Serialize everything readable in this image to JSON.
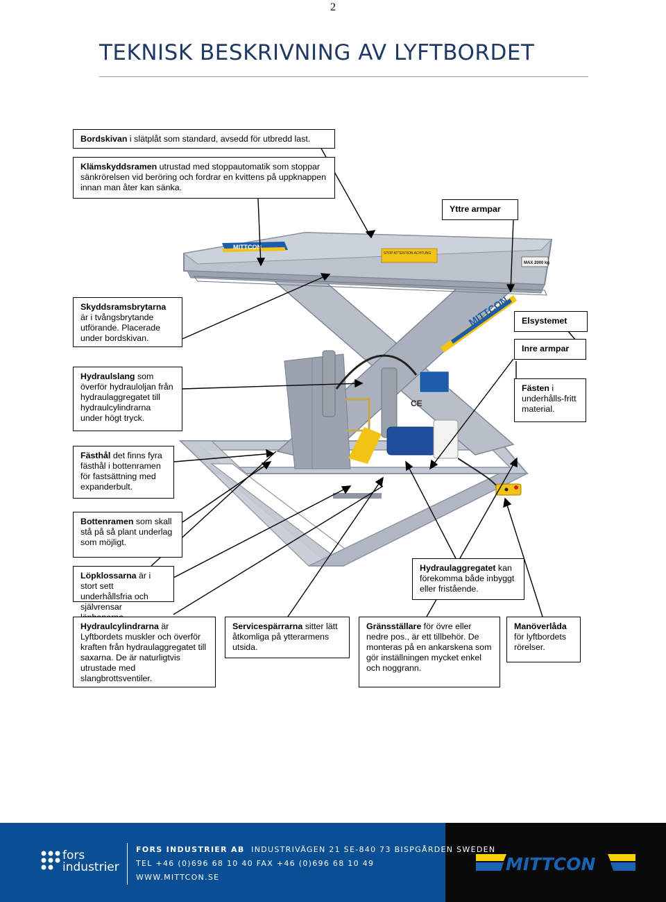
{
  "page": {
    "number": "2"
  },
  "header": {
    "title": "TEKNISK BESKRIVNING AV LYFTBORDET"
  },
  "callouts": {
    "bordskivan": {
      "bold": "Bordskivan",
      "text": " i slätplåt som standard, avsedd för utbredd last."
    },
    "klamskydd": {
      "bold": "Klämskyddsramen",
      "text": " utrustad med stoppautomatik som stoppar sänkrörelsen vid beröring och fordrar en kvittens på uppknappen innan man åter kan sänka."
    },
    "yttre_armpar": {
      "bold": "Yttre armpar",
      "text": ""
    },
    "skyddsram": {
      "bold": "Skyddsramsbrytarna",
      "text": " är i tvångsbrytande utförande. Placerade under bordskivan."
    },
    "elsystemet": {
      "bold": "Elsystemet",
      "text": ""
    },
    "inre_armpar": {
      "bold": "Inre armpar",
      "text": ""
    },
    "hydraulslang": {
      "bold": "Hydraulslang",
      "text": " som överför hydrauloljan från hydraulaggregatet till hydraulcylindrarna under högt tryck."
    },
    "fasten": {
      "bold": "Fästen",
      "text": " i underhålls-fritt material."
    },
    "fasthal": {
      "bold": "Fästhål",
      "text": " det finns fyra fästhål i bottenramen för fastsättning med expanderbult."
    },
    "bottenramen": {
      "bold": "Bottenramen",
      "text": " som skall stå på så plant underlag som möjligt."
    },
    "hydraulaggregatet": {
      "bold": "Hydraulaggregatet",
      "text": " kan förekomma både inbyggt eller fristående."
    },
    "lopklossarna": {
      "bold": "Löpklossarna",
      "text": " är i stort sett underhållsfria och självrensar löpbanorna."
    },
    "hydraulcylindrarna": {
      "bold": "Hydraulcylindrarna",
      "text": " är Lyftbordets muskler och överför kraften från hydraulaggregatet till saxarna. De är naturligtvis utrustade med slangbrottsventiler."
    },
    "servicesparrarna": {
      "bold": "Servicespärrarna",
      "text": " sitter lätt åtkomliga på ytterarmens utsida."
    },
    "gransstallare": {
      "bold": "Gränsställare",
      "text": " för övre eller nedre pos., är ett tillbehör. De monteras på en ankarskena som gör inställningen mycket enkel och noggrann."
    },
    "manoverlada": {
      "bold": "Manöverlåda",
      "text": " för lyftbordets rörelser."
    }
  },
  "illustration": {
    "brand_label": "MITTCON",
    "max_load_label": "MAX 2000 kg",
    "warning_label": "STOP  ATTENTION  ACHTUNG",
    "ce_mark": "CE",
    "colors": {
      "frame": "#b5bcc6",
      "frame_dark": "#8d95a1",
      "label_yellow": "#f2c316",
      "label_blue": "#1d5ca8",
      "motor_blue": "#1f4f9c"
    }
  },
  "footer": {
    "company_logo": "fors industrier",
    "company_line1": "fors",
    "company_line2": "industrier",
    "address_company": "FORS INDUSTRIER AB",
    "address_street": "INDUSTRIVÄGEN 21   SE-840 73 BISPGÅRDEN   SWEDEN",
    "phone": "TEL +46 (0)696 68 10 40   FAX +46 (0)696 68 10 49",
    "web": "WWW.MITTCON.SE",
    "brand": "MITTCON",
    "colors": {
      "blue": "#0a4e93",
      "black": "#0a0a0a",
      "yellow": "#f6d10a",
      "brand_blue": "#1a63b2"
    }
  }
}
